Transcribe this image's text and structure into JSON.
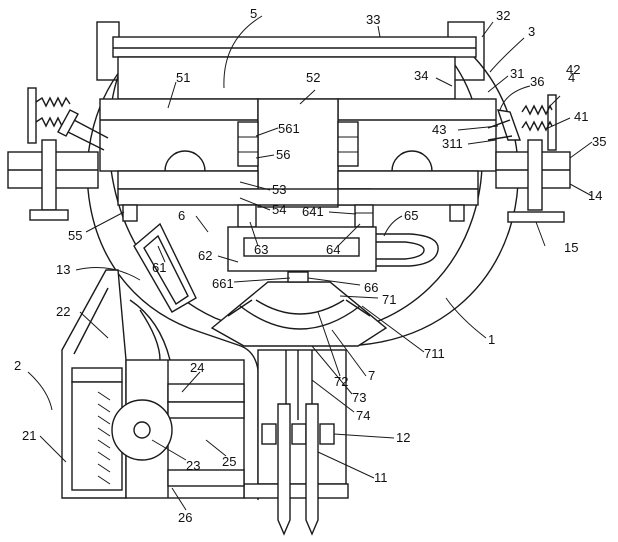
{
  "labels": {
    "l5": "5",
    "l33": "33",
    "l32": "32",
    "l3": "3",
    "l4": "4",
    "l42": "42",
    "l51": "51",
    "l52": "52",
    "l34": "34",
    "l31": "31",
    "l36": "36",
    "l561": "561",
    "l56": "56",
    "l43": "43",
    "l311": "311",
    "l41": "41",
    "l35": "35",
    "l53": "53",
    "l54": "54",
    "l641": "641",
    "l65": "65",
    "l14": "14",
    "l15": "15",
    "l6": "6",
    "l55": "55",
    "l62": "62",
    "l63": "63",
    "l64": "64",
    "l61": "61",
    "l13": "13",
    "l661": "661",
    "l66": "66",
    "l71": "71",
    "l22": "22",
    "l711": "711",
    "l1": "1",
    "l2": "2",
    "l72": "72",
    "l7": "7",
    "l24": "24",
    "l73": "73",
    "l74": "74",
    "l21": "21",
    "l12": "12",
    "l23": "23",
    "l25": "25",
    "l11": "11",
    "l26": "26"
  }
}
